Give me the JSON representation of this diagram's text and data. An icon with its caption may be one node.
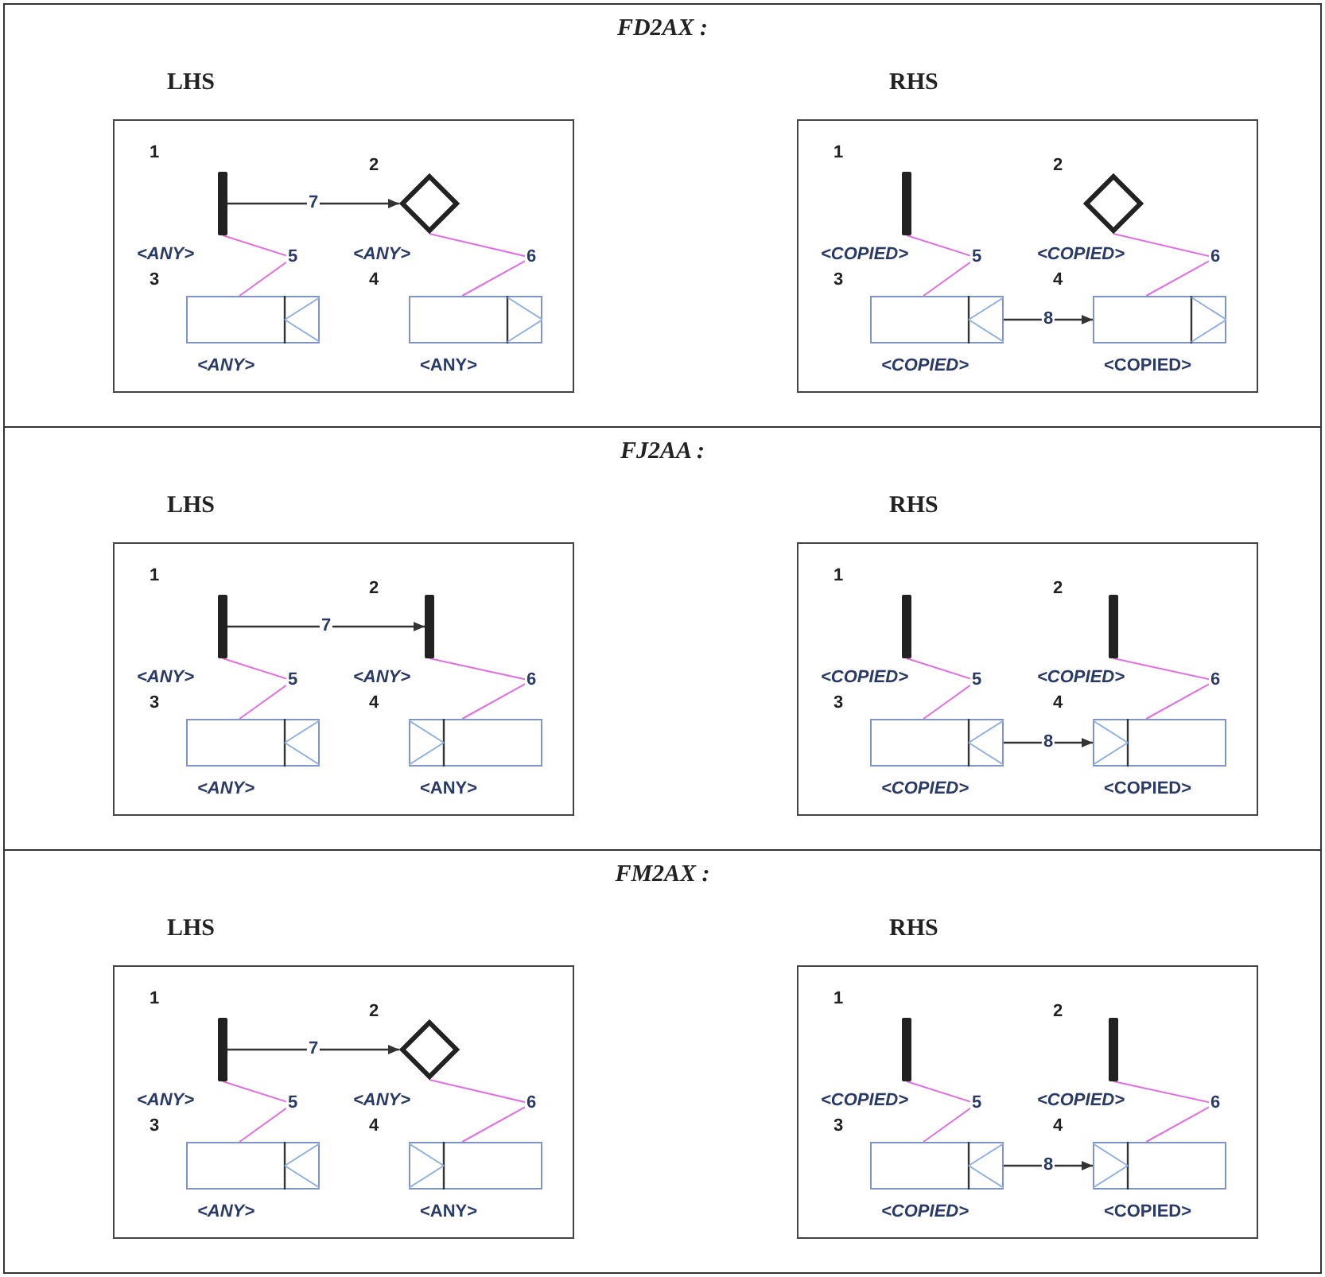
{
  "diagram": {
    "nodes": [
      {
        "text": [
          "FD2AX :"
        ]
      },
      {
        "text": [
          "LHS"
        ],
        "in": 0
      },
      {
        "text": [],
        "shape": "bar",
        "in": 1,
        "beside": [
          "1",
          "<ANY>"
        ]
      },
      {
        "text": [],
        "shape": "diamond",
        "in": 1,
        "beside": [
          "2",
          "<ANY>"
        ]
      },
      {
        "text": [],
        "shape": "box",
        "in": 1,
        "beside": [
          "3",
          "<ANY>"
        ]
      },
      {
        "text": [],
        "shape": "box",
        "in": 1,
        "beside": [
          "4",
          "<ANY>"
        ]
      },
      {
        "text": [
          "RHS"
        ],
        "in": 0
      },
      {
        "text": [],
        "shape": "bar",
        "in": 6,
        "beside": [
          "1",
          "<COPIED>"
        ]
      },
      {
        "text": [],
        "shape": "diamond",
        "in": 6,
        "beside": [
          "2",
          "<COPIED>"
        ]
      },
      {
        "text": [],
        "shape": "box",
        "in": 6,
        "beside": [
          "3",
          "<COPIED>"
        ]
      },
      {
        "text": [],
        "shape": "box",
        "in": 6,
        "beside": [
          "4",
          "<COPIED>"
        ]
      },
      {
        "text": [
          "FJ2AA :"
        ]
      },
      {
        "text": [
          "LHS"
        ],
        "in": 11
      },
      {
        "text": [],
        "shape": "bar",
        "in": 12,
        "beside": [
          "1",
          "<ANY>"
        ]
      },
      {
        "text": [],
        "shape": "bar",
        "in": 12,
        "beside": [
          "2",
          "<ANY>"
        ]
      },
      {
        "text": [],
        "shape": "box",
        "in": 12,
        "beside": [
          "3",
          "<ANY>"
        ]
      },
      {
        "text": [],
        "shape": "box",
        "in": 12,
        "beside": [
          "4",
          "<ANY>"
        ]
      },
      {
        "text": [
          "RHS"
        ],
        "in": 11
      },
      {
        "text": [],
        "shape": "bar",
        "in": 17,
        "beside": [
          "1",
          "<COPIED>"
        ]
      },
      {
        "text": [],
        "shape": "bar",
        "in": 17,
        "beside": [
          "2",
          "<COPIED>"
        ]
      },
      {
        "text": [],
        "shape": "box",
        "in": 17,
        "beside": [
          "3",
          "<COPIED>"
        ]
      },
      {
        "text": [],
        "shape": "box",
        "in": 17,
        "beside": [
          "4",
          "<COPIED>"
        ]
      },
      {
        "text": [
          "FM2AX :"
        ]
      },
      {
        "text": [
          "LHS"
        ],
        "in": 22
      },
      {
        "text": [],
        "shape": "bar",
        "in": 23,
        "beside": [
          "1",
          "<ANY>"
        ]
      },
      {
        "text": [],
        "shape": "diamond",
        "in": 23,
        "beside": [
          "2",
          "<ANY>"
        ]
      },
      {
        "text": [],
        "shape": "box",
        "in": 23,
        "beside": [
          "3",
          "<ANY>"
        ]
      },
      {
        "text": [],
        "shape": "box",
        "in": 23,
        "beside": [
          "4",
          "<ANY>"
        ]
      },
      {
        "text": [
          "RHS"
        ],
        "in": 22
      },
      {
        "text": [],
        "shape": "bar",
        "in": 28,
        "beside": [
          "1",
          "<COPIED>"
        ]
      },
      {
        "text": [],
        "shape": "bar",
        "in": 28,
        "beside": [
          "2",
          "<COPIED>"
        ]
      },
      {
        "text": [],
        "shape": "box",
        "in": 28,
        "beside": [
          "3",
          "<COPIED>"
        ]
      },
      {
        "text": [],
        "shape": "box",
        "in": 28,
        "beside": [
          "4",
          "<COPIED>"
        ]
      }
    ],
    "edges": [
      {
        "from": 2,
        "to": 3,
        "arrow": "to",
        "label": "7",
        "color": "#333333"
      },
      {
        "from": 2,
        "to": 4,
        "arrow": "none",
        "label": "5"
      },
      {
        "from": 3,
        "to": 5,
        "arrow": "none",
        "label": "6"
      },
      {
        "from": 7,
        "to": 9,
        "arrow": "none",
        "label": "5"
      },
      {
        "from": 8,
        "to": 10,
        "arrow": "none",
        "label": "6"
      },
      {
        "from": 9,
        "to": 10,
        "arrow": "to",
        "label": "8",
        "color": "#333333"
      },
      {
        "from": 13,
        "to": 14,
        "arrow": "to",
        "label": "7",
        "color": "#333333"
      },
      {
        "from": 13,
        "to": 15,
        "arrow": "none",
        "label": "5"
      },
      {
        "from": 14,
        "to": 16,
        "arrow": "none",
        "label": "6"
      },
      {
        "from": 18,
        "to": 20,
        "arrow": "none",
        "label": "5"
      },
      {
        "from": 19,
        "to": 21,
        "arrow": "none",
        "label": "6"
      },
      {
        "from": 20,
        "to": 21,
        "arrow": "to",
        "label": "8",
        "color": "#333333"
      },
      {
        "from": 24,
        "to": 25,
        "arrow": "to",
        "label": "7",
        "color": "#333333"
      },
      {
        "from": 24,
        "to": 26,
        "arrow": "none",
        "label": "5"
      },
      {
        "from": 25,
        "to": 27,
        "arrow": "none",
        "label": "6"
      },
      {
        "from": 29,
        "to": 31,
        "arrow": "none",
        "label": "5"
      },
      {
        "from": 30,
        "to": 32,
        "arrow": "none",
        "label": "6"
      },
      {
        "from": 31,
        "to": 32,
        "arrow": "to",
        "label": "8",
        "color": "#333333"
      }
    ]
  }
}
